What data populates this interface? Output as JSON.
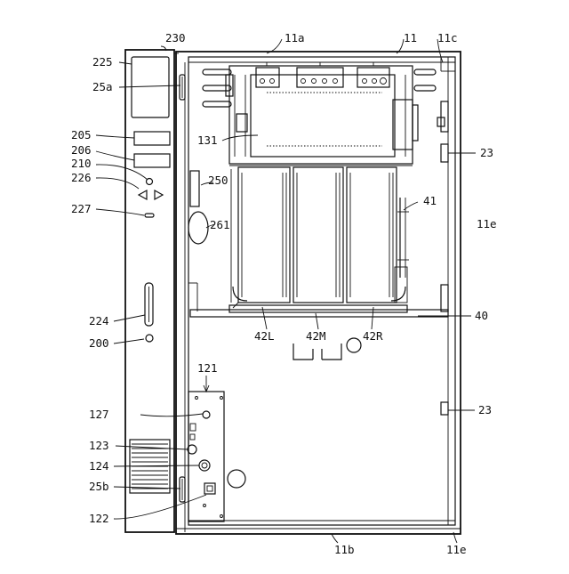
{
  "labels": {
    "l230": "230",
    "l225": "225",
    "l25a": "25a",
    "l205": "205",
    "l206": "206",
    "l210": "210",
    "l226": "226",
    "l227": "227",
    "l224": "224",
    "l200": "200",
    "l127": "127",
    "l123": "123",
    "l124": "124",
    "l25b": "25b",
    "l122": "122",
    "l11a": "11a",
    "l11": "11",
    "l11c": "11c",
    "l131": "131",
    "l250": "250",
    "l261": "261",
    "l23top": "23",
    "l41": "41",
    "l11e_right": "11e",
    "l40": "40",
    "l42L": "42L",
    "l42M": "42M",
    "l42R": "42R",
    "l121": "121",
    "l23bottom": "23",
    "l11b": "11b",
    "l11e_bottom": "11e"
  }
}
